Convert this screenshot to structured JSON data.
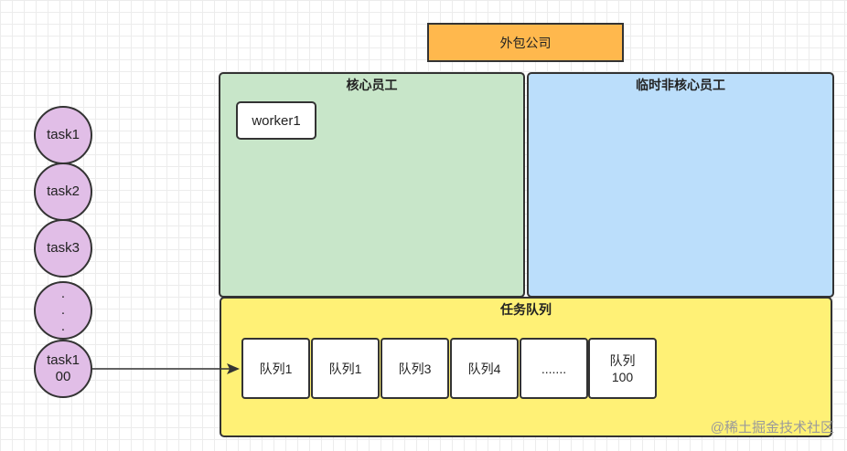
{
  "title": "外包公司",
  "regions": {
    "core": "核心员工",
    "temp": "临时非核心员工",
    "queue": "任务队列"
  },
  "worker": "worker1",
  "tasks": [
    "task1",
    "task2",
    "task3",
    ".\n.\n.",
    "task1\n00"
  ],
  "queues": [
    "队列1",
    "队列1",
    "队列3",
    "队列4",
    ".......",
    "队列\n100"
  ],
  "watermark": "@稀土掘金技术社区"
}
